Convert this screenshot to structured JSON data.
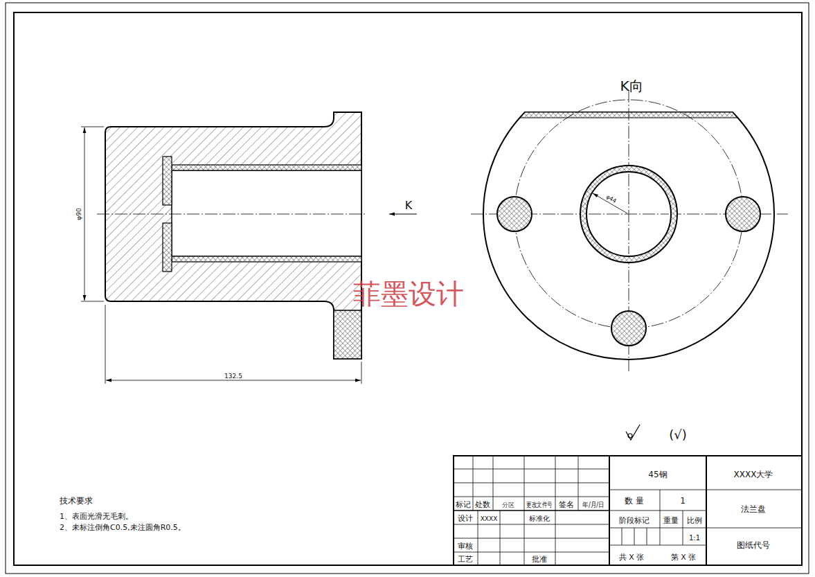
{
  "diagram": {
    "labels": [
      "K向",
      "K",
      "φ90",
      "132.5",
      "φ44",
      "菲墨设计",
      "(√)",
      "技术要求",
      "1、表面光滑无毛刺。",
      "2、未标注倒角C0.5,未注圆角R0.5。",
      "45钢",
      "XXXX大学",
      "标记",
      "处数",
      "分区",
      "更改文件号",
      "签名",
      "年/月/日",
      "数 量",
      "1",
      "法兰盘",
      "设计",
      "XXXX",
      "标准化",
      "阶段标记",
      "重量",
      "比例",
      "1:1",
      "图纸代号",
      "审核",
      "工艺",
      "批准",
      "共 X 张",
      "第 X 张"
    ]
  }
}
